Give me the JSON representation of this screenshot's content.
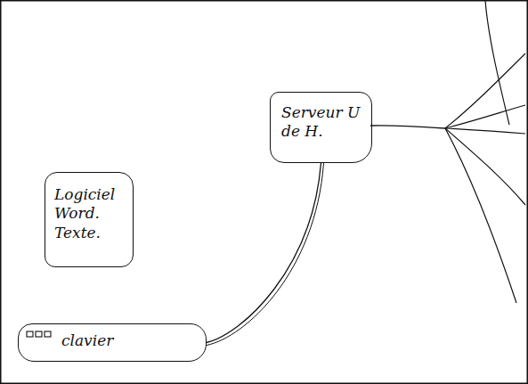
{
  "diagram": {
    "nodes": [
      {
        "text": [
          "Serveur U de H."
        ]
      },
      {
        "text": [
          "Logiciel Word. Texte."
        ]
      },
      {
        "text": [
          "clavier"
        ]
      }
    ],
    "edges": [
      {
        "from": 2,
        "to": 0,
        "arrow": "none"
      }
    ]
  }
}
